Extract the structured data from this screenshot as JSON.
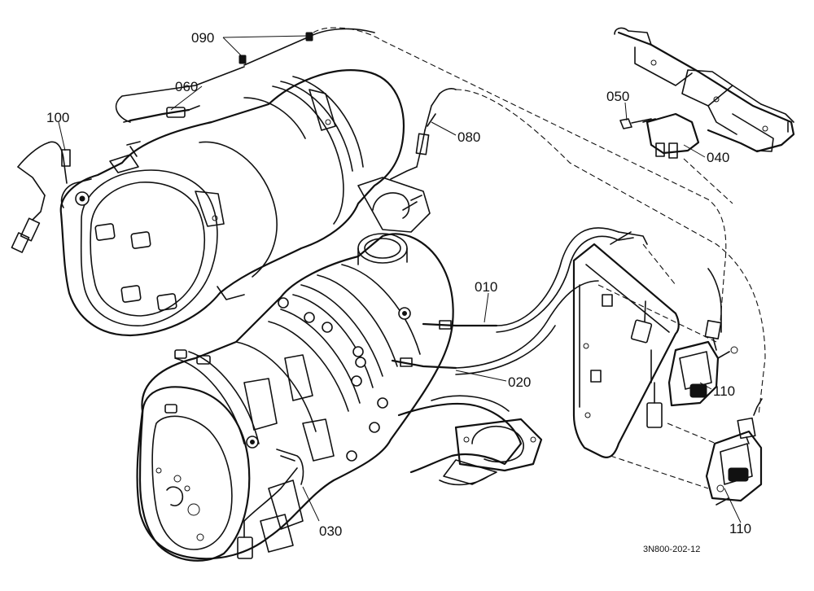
{
  "callouts": {
    "c090": "090",
    "c060": "060",
    "c100": "100",
    "c080": "080",
    "c050": "050",
    "c040": "040",
    "c010": "010",
    "c020": "020",
    "c110a": "110",
    "c110b": "110",
    "c030": "030"
  },
  "drawing_number": "3N800-202-12"
}
